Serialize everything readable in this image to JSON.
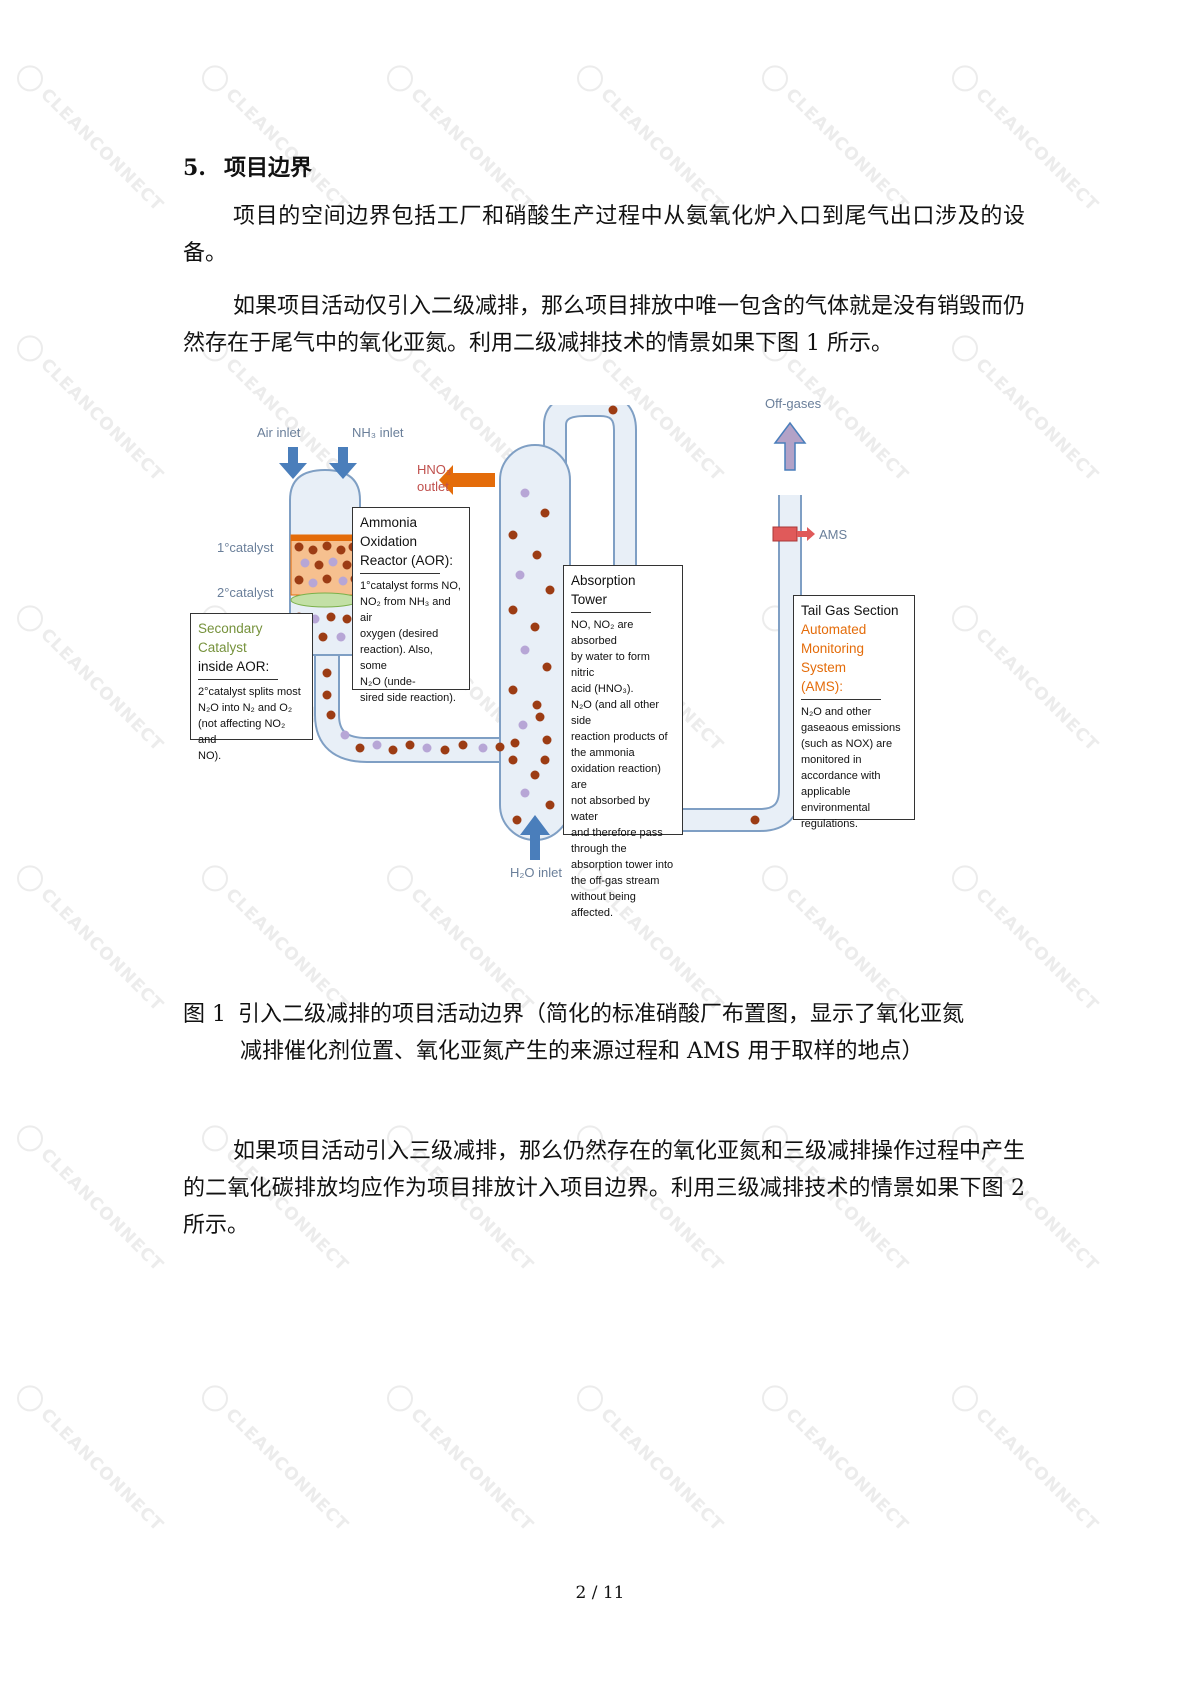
{
  "watermark": {
    "text": "CLEANCONNECT"
  },
  "section": {
    "number": "5.",
    "title": "项目边界"
  },
  "paragraphs": [
    "项目的空间边界包括工厂和硝酸生产过程中从氨氧化炉入口到尾气出口涉及的设备。",
    "如果项目活动仅引入二级减排，那么项目排放中唯一包含的气体就是没有销毁而仍然存在于尾气中的氧化亚氮。利用二级减排技术的情景如果下图 1 所示。",
    "如果项目活动引入三级减排，那么仍然存在的氧化亚氮和三级减排操作过程中产生的二氧化碳排放均应作为项目排放计入项目边界。利用三级减排技术的情景如果下图 2 所示。"
  ],
  "figure": {
    "caption_label": "图 1",
    "caption_line1": "引入二级减排的项目活动边界（简化的标准硝酸厂布置图，显示了氧化亚氮",
    "caption_line2": "减排催化剂位置、氧化亚氮产生的来源过程和 AMS 用于取样的地点）",
    "labels": {
      "air_inlet": "Air inlet",
      "nh3_inlet": "NH₃ inlet",
      "hno3_outlet_1": "HNO₃",
      "hno3_outlet_2": "outlet",
      "off_gases": "Off-gases",
      "ams": "AMS",
      "catalyst1": "1°catalyst",
      "catalyst2": "2°catalyst",
      "h2o_inlet": "H₂O inlet"
    },
    "boxes": {
      "aor": {
        "title_lines": [
          "Ammonia",
          "Oxidation",
          "Reactor (AOR):"
        ],
        "body": [
          "1°catalyst  forms NO,",
          "NO₂ from NH₃ and air",
          "oxygen (desired",
          "reaction). Also, some",
          "N₂O (unde-",
          "sired side reaction)."
        ]
      },
      "secondary": {
        "title_colored": "Secondary Catalyst",
        "title_dark": "inside AOR:",
        "body": [
          "2°catalyst splits most",
          "N₂O into N₂ and O₂",
          "(not affecting NO₂ and",
          "NO)."
        ]
      },
      "absorption": {
        "title": "Absorption Tower",
        "body": [
          "NO, NO₂ are absorbed",
          "by water to form nitric",
          "acid (HNO₃).",
          "N₂O (and all other side",
          "reaction products of",
          "the ammonia",
          "oxidation reaction) are",
          "not absorbed by water",
          "and therefore pass",
          "through the",
          "absorption tower into",
          "the off-gas stream",
          "without being",
          "affected."
        ]
      },
      "tailgas": {
        "title": "Tail Gas Section",
        "title_colored_lines": [
          "Automated",
          "Monitoring System",
          "(AMS):"
        ],
        "body": [
          "N₂O and other",
          "gaseaous emissions",
          "(such as NOX) are",
          "monitored in",
          "accordance with",
          "applicable",
          "environmental",
          "regulations."
        ]
      }
    },
    "colors": {
      "arrow_blue": "#4a7ebb",
      "arrow_orange": "#e46c0a",
      "arrow_purple": "#b3a2c7",
      "pipe": "#d4e0ee",
      "pipe_stroke": "#7f9fc4",
      "dot_brown": "#9c3c14",
      "dot_lavender": "#b7a6d6",
      "catalyst_orange": "#f6c08f",
      "catalyst_green": "#c3e0a6",
      "ams_red": "#e05a5a"
    }
  },
  "page_number": "2 / 11"
}
